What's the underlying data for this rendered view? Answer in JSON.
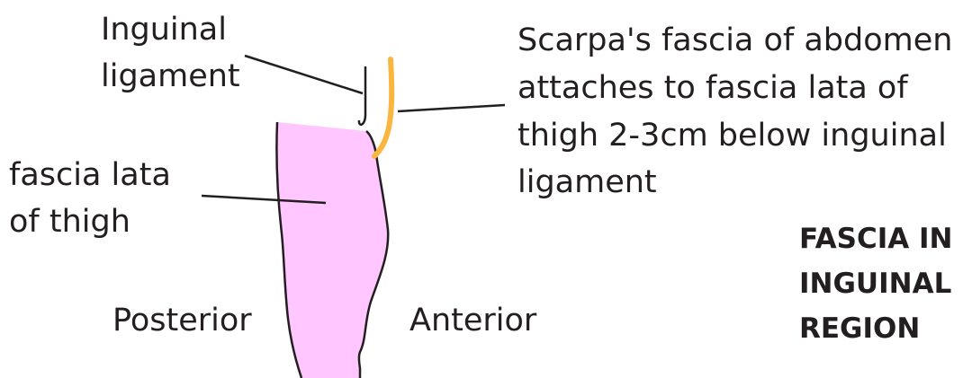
{
  "labels": {
    "inguinal_ligament": [
      "Inguinal",
      "ligament"
    ],
    "scarpas_fascia": [
      "Scarpa's fascia of abdomen",
      "attaches to fascia lata of",
      "thigh 2-3cm below inguinal",
      "ligament"
    ],
    "fascia_lata": [
      "fascia lata",
      "of thigh"
    ],
    "posterior": "Posterior",
    "anterior": "Anterior"
  },
  "title": [
    "FASCIA IN",
    "INGUINAL",
    "REGION"
  ],
  "colors": {
    "fascia_lata_fill": "#ffc6ff",
    "scarpas_fascia": "#fbb63f",
    "outline": "#231f20",
    "text": "#231f20"
  }
}
